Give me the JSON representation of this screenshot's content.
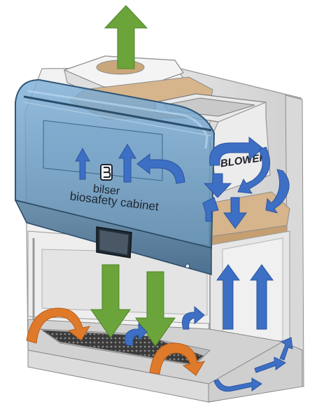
{
  "diagram": {
    "brand_name": "bilser",
    "product_label": "biosafety cabinet",
    "blower_label": "BLOWER",
    "colors": {
      "exhaust_arrow": "#6aa43a",
      "downflow_arrow": "#6aa43a",
      "recirculation_arrow": "#3d6fc4",
      "inflow_arrow": "#e07a2b",
      "sash_glass": "#5e8fb8",
      "cabinet_body": "#ececec"
    },
    "icons": [
      "exhaust-arrow-icon",
      "downflow-arrow-icon",
      "recirculation-arrow-icon",
      "inflow-arrow-icon",
      "brand-logo-icon"
    ]
  }
}
